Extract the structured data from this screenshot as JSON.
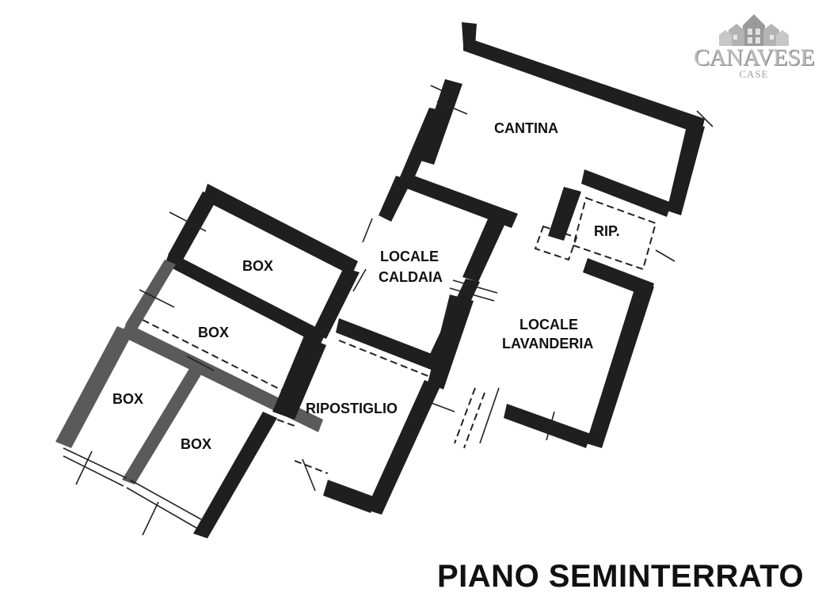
{
  "title": "PIANO SEMINTERRATO",
  "logo": {
    "word": "CANAVESE",
    "sub": "CASE"
  },
  "rooms": {
    "cantina": "CANTINA",
    "rip": "RIP.",
    "locale_caldaia_line1": "LOCALE",
    "locale_caldaia_line2": "CALDAIA",
    "locale_lavanderia_line1": "LOCALE",
    "locale_lavanderia_line2": "LAVANDERIA",
    "ripostiglio": "RIPOSTIGLIO",
    "box_1": "BOX",
    "box_2": "BOX",
    "box_3": "BOX",
    "box_4": "BOX"
  }
}
